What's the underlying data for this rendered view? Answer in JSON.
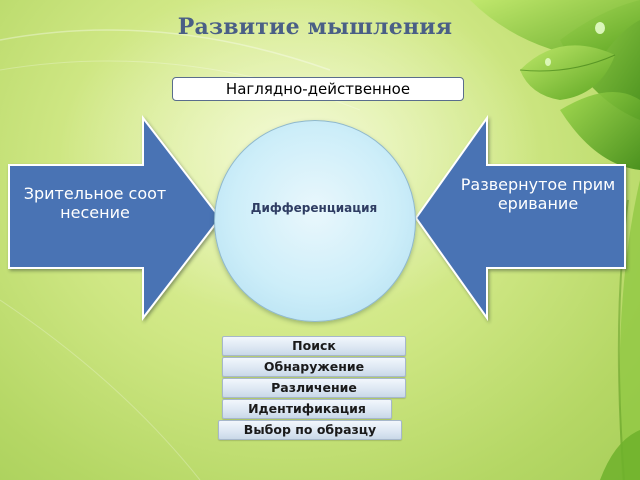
{
  "title": "Развитие мышления",
  "top_box": "Наглядно-действенное",
  "left_arrow": "Зрительное соотнесение",
  "right_arrow": "Развернутое примеривание",
  "center": "Дифференциация",
  "list": [
    "Поиск",
    "Обнаружение",
    "Различение",
    "Идентификация",
    "Выбор по образцу"
  ],
  "colors": {
    "arrow_fill": "#4a73b4",
    "arrow_stroke": "#ffffff",
    "title": "#4a5f86",
    "circle_fill": "#cdeef9",
    "leaf_green": "#7cc23a"
  }
}
